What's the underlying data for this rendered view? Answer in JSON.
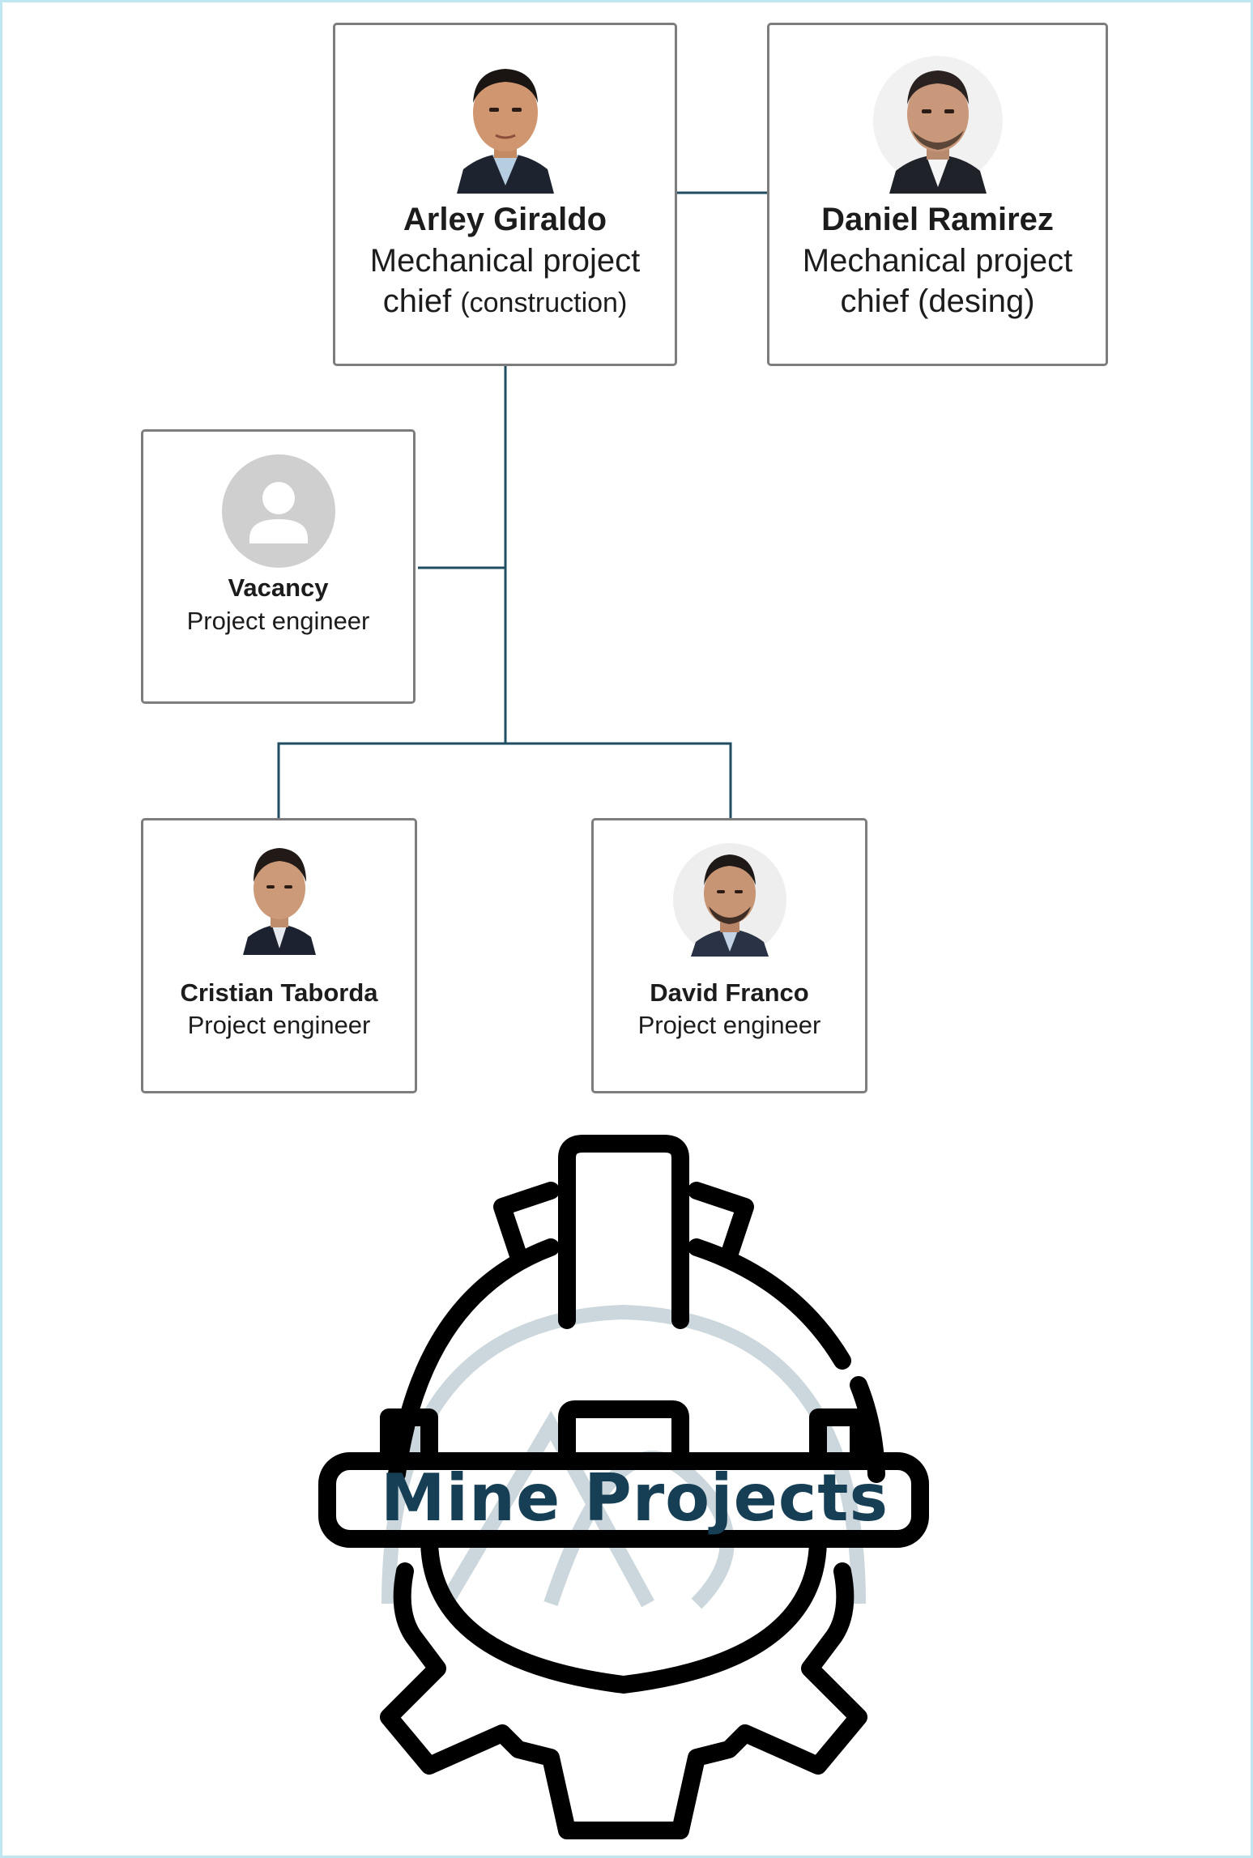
{
  "org_chart": {
    "nodes": [
      {
        "id": "arley",
        "name": "Arley Giraldo",
        "role_line1": "Mechanical project",
        "role_line2_main": "chief ",
        "role_line2_small": "(construction)",
        "avatar": "person-photo",
        "reports_to": null
      },
      {
        "id": "daniel",
        "name": "Daniel Ramirez",
        "role_line1": "Mechanical project",
        "role_line2_main": "chief (desing)",
        "role_line2_small": "",
        "avatar": "person-photo",
        "reports_to": null
      },
      {
        "id": "vacancy",
        "name": "Vacancy",
        "role": "Project engineer",
        "avatar": "placeholder-user-icon",
        "reports_to": "arley"
      },
      {
        "id": "cristian",
        "name": "Cristian Taborda",
        "role": "Project engineer",
        "avatar": "person-photo",
        "reports_to": "arley"
      },
      {
        "id": "david",
        "name": "David Franco",
        "role": "Project engineer",
        "avatar": "person-photo",
        "reports_to": "arley"
      }
    ],
    "connector_color": "#1f4e63",
    "card_border_color": "#7d7d7d"
  },
  "logo": {
    "text": "Mine Projects",
    "text_color": "#163f55",
    "icon": "hard-hat-gear-icon",
    "watermark_color": "#cbd7dc"
  },
  "frame_color": "#bfe6f1"
}
